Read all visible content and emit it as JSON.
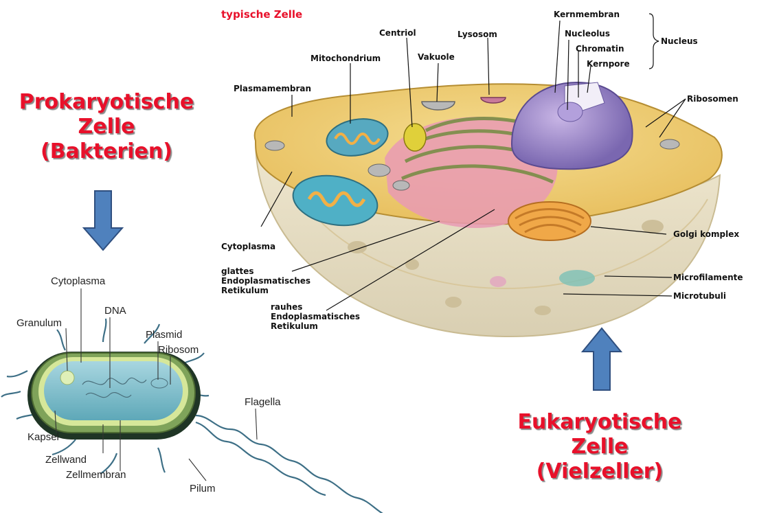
{
  "headings": {
    "prokaryote": [
      "Prokaryotische",
      "Zelle",
      "(Bakterien)"
    ],
    "eukaryote": [
      "Eukaryotische",
      "Zelle",
      "(Vielzeller)"
    ]
  },
  "eukaryote_diagram": {
    "title": "typische Zelle",
    "labels": {
      "kernmembran": "Kernmembran",
      "nucleolus": "Nucleolus",
      "chromatin": "Chromatin",
      "kernpore": "Kernpore",
      "nucleus": "Nucleus",
      "centriol": "Centriol",
      "lysosom": "Lysosom",
      "mitochondrium": "Mitochondrium",
      "vakuole": "Vakuole",
      "plasmamembran": "Plasmamembran",
      "ribosomen": "Ribosomen",
      "cytoplasma": "Cytoplasma",
      "golgi": "Golgi komplex",
      "glattes_er": [
        "glattes",
        "Endoplasmatisches",
        "Retikulum"
      ],
      "rauhes_er": [
        "rauhes",
        "Endoplasmatisches",
        "Retikulum"
      ],
      "microfilamente": "Microfilamente",
      "microtubuli": "Microtubuli"
    }
  },
  "prokaryote_diagram": {
    "labels": {
      "cytoplasma": "Cytoplasma",
      "dna": "DNA",
      "granulum": "Granulum",
      "plasmid": "Plasmid",
      "ribosom": "Ribosom",
      "flagella": "Flagella",
      "kapsel": "Kapsel",
      "zellwand": "Zellwand",
      "zellmembran": "Zellmembran",
      "pilum": "Pilum"
    }
  },
  "colors": {
    "heading_red": "#e8102a",
    "arrow_blue": "#4f81bd",
    "arrow_outline": "#2f4f7f"
  }
}
